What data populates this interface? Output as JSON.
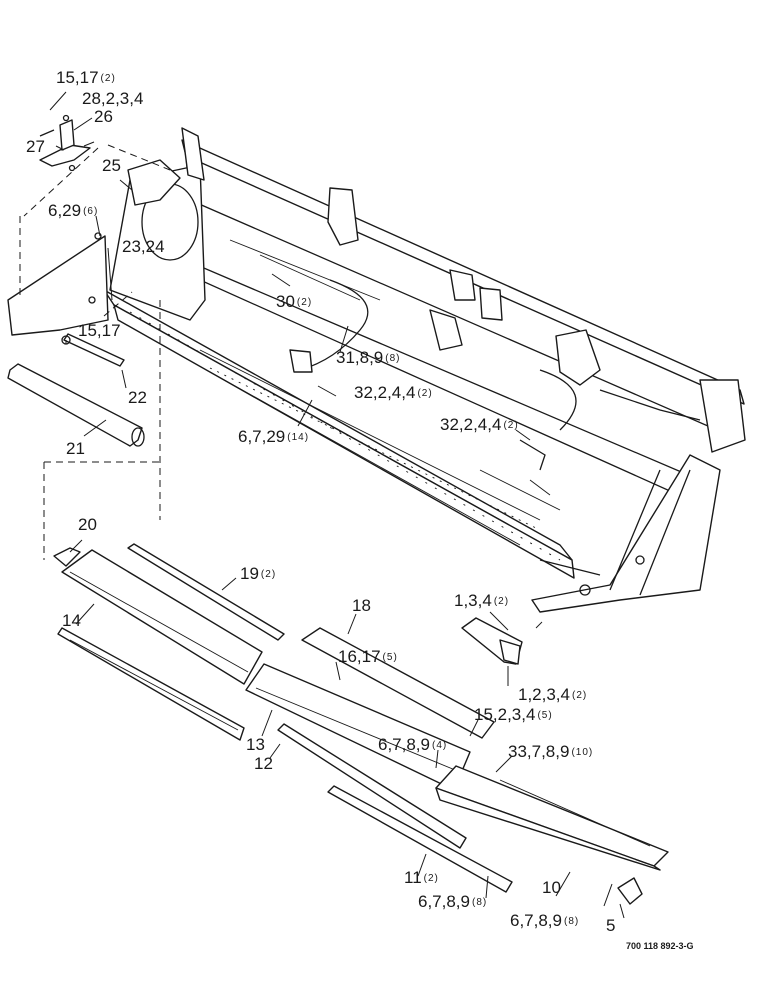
{
  "labels": {
    "l_15_17_top": {
      "text": "15,17",
      "qty": "(2)"
    },
    "l_28": {
      "text": "28,2,3,4",
      "qty": ""
    },
    "l_26": {
      "text": "26",
      "qty": ""
    },
    "l_27": {
      "text": "27",
      "qty": ""
    },
    "l_25": {
      "text": "25",
      "qty": ""
    },
    "l_6_29": {
      "text": "6,29",
      "qty": "(6)"
    },
    "l_23_24": {
      "text": "23,24",
      "qty": ""
    },
    "l_30": {
      "text": "30",
      "qty": "(2)"
    },
    "l_15_17": {
      "text": "15,17",
      "qty": ""
    },
    "l_31": {
      "text": "31,8,9",
      "qty": "(8)"
    },
    "l_22": {
      "text": "22",
      "qty": ""
    },
    "l_32a": {
      "text": "32,2,4,4",
      "qty": "(2)"
    },
    "l_21": {
      "text": "21",
      "qty": ""
    },
    "l_6_7_29": {
      "text": "6,7,29",
      "qty": "(14)"
    },
    "l_32b": {
      "text": "32,2,4,4",
      "qty": "(2)"
    },
    "l_20": {
      "text": "20",
      "qty": ""
    },
    "l_19": {
      "text": "19",
      "qty": "(2)"
    },
    "l_18": {
      "text": "18",
      "qty": ""
    },
    "l_1_3_4": {
      "text": "1,3,4",
      "qty": "(2)"
    },
    "l_14": {
      "text": "14",
      "qty": ""
    },
    "l_16_17": {
      "text": "16,17",
      "qty": "(5)"
    },
    "l_1_2_3_4": {
      "text": "1,2,3,4",
      "qty": "(2)"
    },
    "l_15_2_3_4": {
      "text": "15,2,3,4",
      "qty": "(5)"
    },
    "l_13": {
      "text": "13",
      "qty": ""
    },
    "l_6_7_8_9_4": {
      "text": "6,7,8,9",
      "qty": "(4)"
    },
    "l_33": {
      "text": "33,7,8,9",
      "qty": "(10)"
    },
    "l_12": {
      "text": "12",
      "qty": ""
    },
    "l_11": {
      "text": "11",
      "qty": "(2)"
    },
    "l_10": {
      "text": "10",
      "qty": ""
    },
    "l_6_7_8_9_8a": {
      "text": "6,7,8,9",
      "qty": "(8)"
    },
    "l_6_7_8_9_8b": {
      "text": "6,7,8,9",
      "qty": "(8)"
    },
    "l_5": {
      "text": "5",
      "qty": ""
    }
  },
  "figure_number": "700 118 892-3-G"
}
